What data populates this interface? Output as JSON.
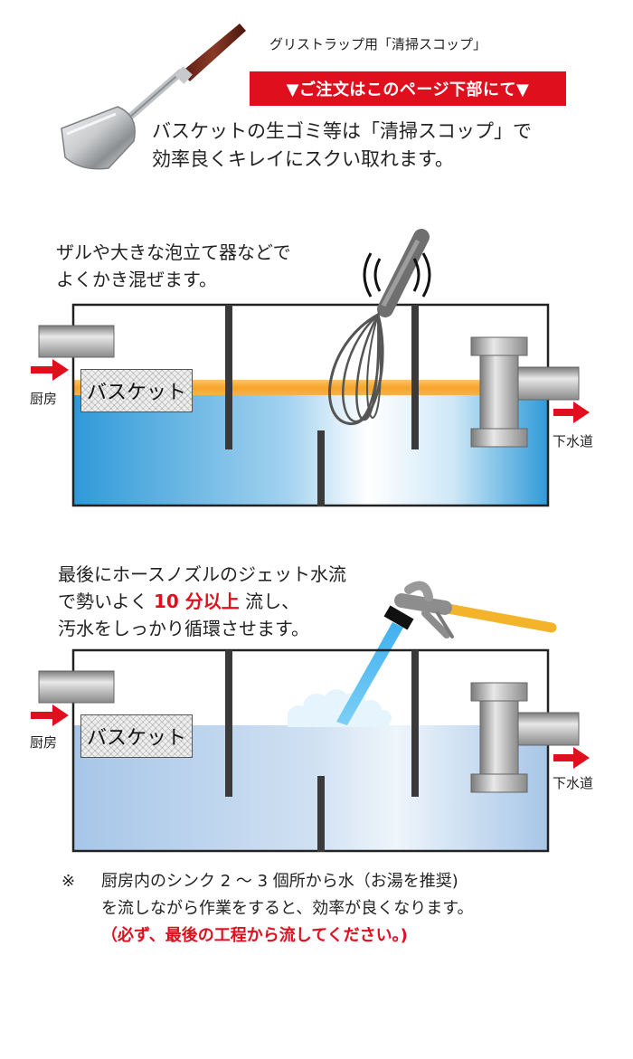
{
  "header": {
    "product_tag": "グリストラップ用「清掃スコップ」",
    "order_banner": "▼ご注文はこのページ下部にて▼",
    "intro_lines": [
      "バスケットの生ゴミ等は「清掃スコップ」で",
      "効率良くキレイにスクい取れます。"
    ]
  },
  "step1": {
    "lines": [
      "ザルや大きな泡立て器などで",
      "よくかき混ぜます。"
    ],
    "basket_label": "バスケット",
    "inlet_label": "厨房",
    "outlet_label": "下水道"
  },
  "step2": {
    "line1": "最後にホースノズルのジェット水流",
    "line2_pre": "で勢いよく ",
    "line2_highlight": "10 分以上",
    "line2_post": " 流し、",
    "line3": "汚水をしっかり循環させます。",
    "basket_label": "バスケット",
    "inlet_label": "厨房",
    "outlet_label": "下水道"
  },
  "note": {
    "mark": "※",
    "line1": "厨房内のシンク 2 ～ 3 個所から水（お湯を推奨)",
    "line2": "を流しながら作業をすると、効率が良くなります。",
    "line3": "（必ず、最後の工程から流してください。)"
  },
  "colors": {
    "accent_red": "#e00f1e",
    "oil_orange": "#f5a623",
    "water_blue": "#3aa3de",
    "water_light": "#a9c9ea",
    "pipe_gray": "#9a9a9a"
  }
}
